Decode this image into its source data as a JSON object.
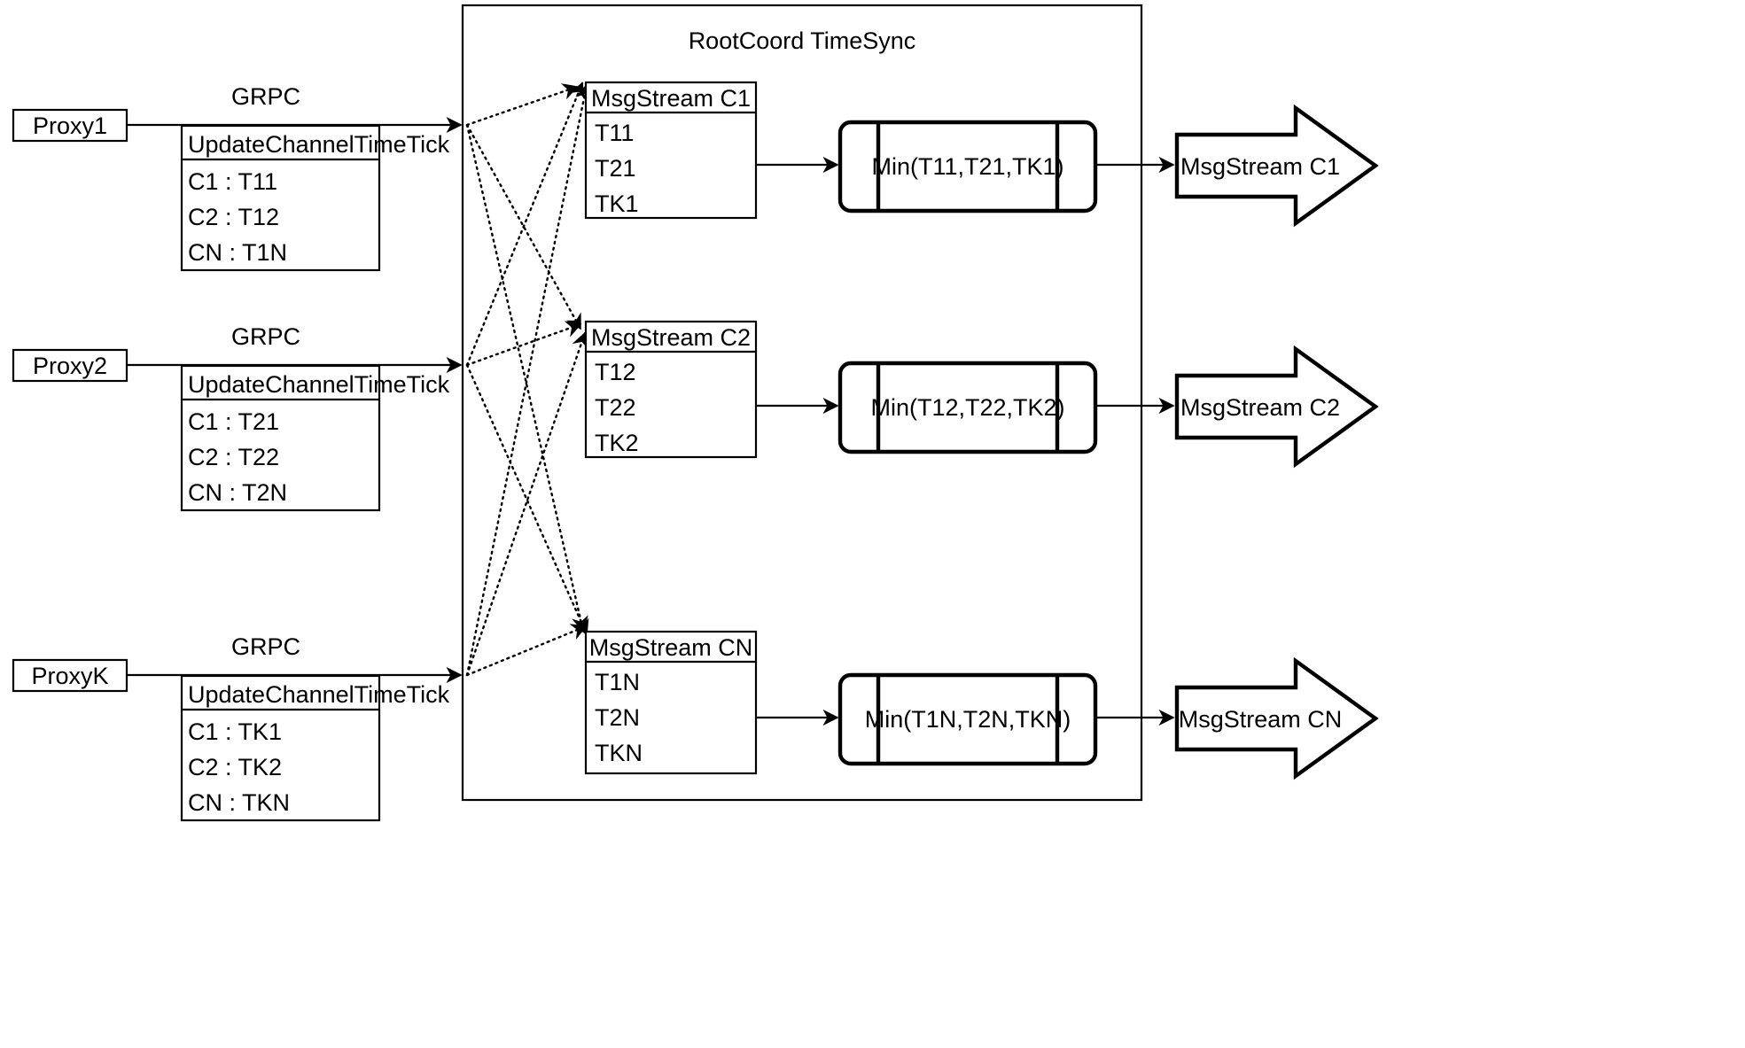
{
  "diagram": {
    "container_title": "RootCoord TimeSync",
    "proxies": [
      {
        "name": "Proxy1",
        "protocol": "GRPC",
        "request": {
          "title": "UpdateChannelTimeTick",
          "rows": [
            "C1 :  T11",
            "C2 :  T12",
            "CN : T1N"
          ]
        }
      },
      {
        "name": "Proxy2",
        "protocol": "GRPC",
        "request": {
          "title": "UpdateChannelTimeTick",
          "rows": [
            "C1 :  T21",
            "C2 :  T22",
            "CN : T2N"
          ]
        }
      },
      {
        "name": "ProxyK",
        "protocol": "GRPC",
        "request": {
          "title": "UpdateChannelTimeTick",
          "rows": [
            "C1 :  TK1",
            "C2 :  TK2",
            "CN : TKN"
          ]
        }
      }
    ],
    "channels": [
      {
        "stream_title": "MsgStream C1",
        "stream_rows": [
          "T11",
          "T21",
          "TK1"
        ],
        "process_label": "Min(T11,T21,TK1)",
        "output_label": "MsgStream C1"
      },
      {
        "stream_title": "MsgStream C2",
        "stream_rows": [
          "T12",
          "T22",
          "TK2"
        ],
        "process_label": "Min(T12,T22,TK2)",
        "output_label": "MsgStream C2"
      },
      {
        "stream_title": "MsgStream CN",
        "stream_rows": [
          "T1N",
          "T2N",
          "TKN"
        ],
        "process_label": "Min(T1N,T2N,TKN)",
        "output_label": "MsgStream CN"
      }
    ]
  }
}
